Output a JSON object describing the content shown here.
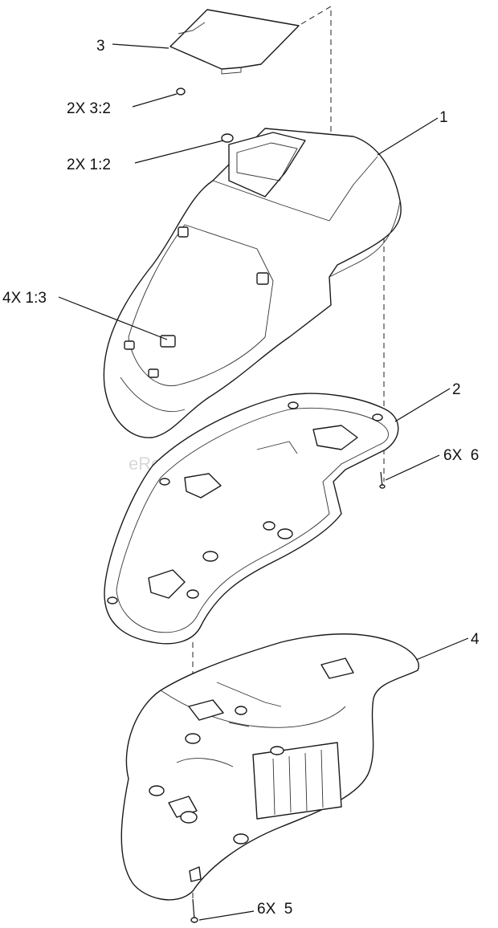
{
  "watermark": "eReplacementParts.com",
  "callouts": {
    "c3": "3",
    "c2x32": "2X 3:2",
    "c2x12": "2X 1:2",
    "c1": "1",
    "c4x13": "4X 1:3",
    "c2": "2",
    "c6x6": "6X  6",
    "c4": "4",
    "c6x5": "6X  5"
  }
}
